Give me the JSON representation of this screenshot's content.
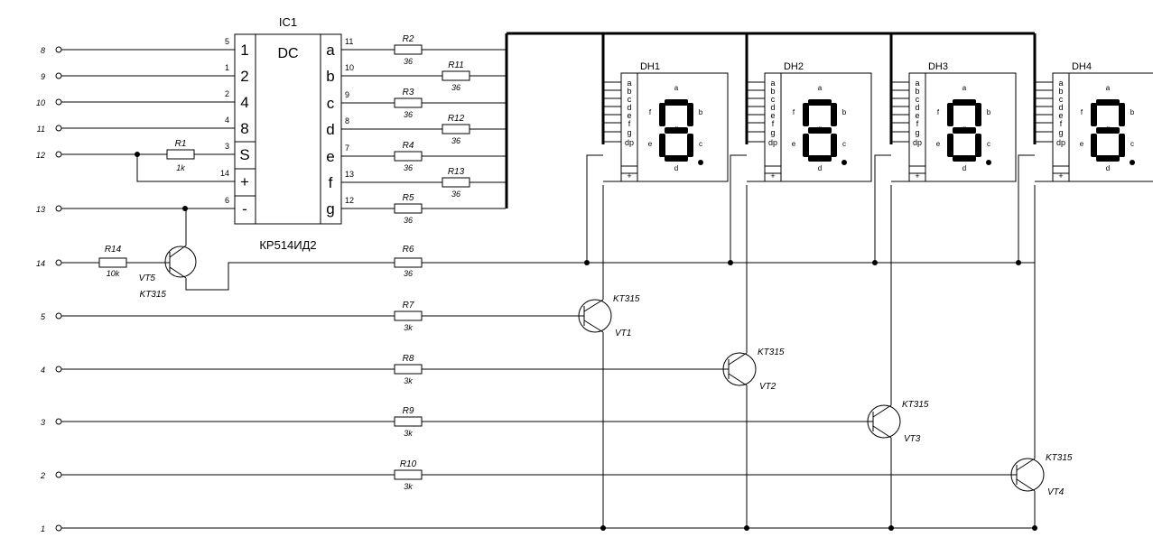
{
  "ic": {
    "ref": "IC1",
    "type": "DC",
    "part": "КР514ИД2",
    "inputs": [
      {
        "pin": "5",
        "label": "1"
      },
      {
        "pin": "1",
        "label": "2"
      },
      {
        "pin": "2",
        "label": "4"
      },
      {
        "pin": "4",
        "label": "8"
      },
      {
        "pin": "3",
        "label": "S"
      },
      {
        "pin": "14",
        "label": "+"
      },
      {
        "pin": "6",
        "label": "-"
      }
    ],
    "outputs": [
      {
        "pin": "11",
        "label": "a"
      },
      {
        "pin": "10",
        "label": "b"
      },
      {
        "pin": "9",
        "label": "c"
      },
      {
        "pin": "8",
        "label": "d"
      },
      {
        "pin": "7",
        "label": "e"
      },
      {
        "pin": "13",
        "label": "f"
      },
      {
        "pin": "12",
        "label": "g"
      }
    ]
  },
  "terminals": [
    "8",
    "9",
    "10",
    "11",
    "12",
    "13",
    "14",
    "5",
    "4",
    "3",
    "2",
    "1"
  ],
  "resistors": {
    "seg": [
      {
        "ref": "R2",
        "value": "36"
      },
      {
        "ref": "R11",
        "value": "36"
      },
      {
        "ref": "R3",
        "value": "36"
      },
      {
        "ref": "R12",
        "value": "36"
      },
      {
        "ref": "R4",
        "value": "36"
      },
      {
        "ref": "R13",
        "value": "36"
      },
      {
        "ref": "R5",
        "value": "36"
      }
    ],
    "r1": {
      "ref": "R1",
      "value": "1k"
    },
    "r14": {
      "ref": "R14",
      "value": "10k"
    },
    "r6": {
      "ref": "R6",
      "value": "36"
    },
    "base": [
      {
        "ref": "R7",
        "value": "3k"
      },
      {
        "ref": "R8",
        "value": "3k"
      },
      {
        "ref": "R9",
        "value": "3k"
      },
      {
        "ref": "R10",
        "value": "3k"
      }
    ]
  },
  "transistors": {
    "vt5": {
      "ref": "VT5",
      "part": "KT315"
    },
    "row": [
      {
        "ref": "VT1",
        "part": "KT315"
      },
      {
        "ref": "VT2",
        "part": "KT315"
      },
      {
        "ref": "VT3",
        "part": "KT315"
      },
      {
        "ref": "VT4",
        "part": "KT315"
      }
    ]
  },
  "displays": {
    "refs": [
      "DH1",
      "DH2",
      "DH3",
      "DH4"
    ],
    "pins": [
      "a",
      "b",
      "c",
      "d",
      "e",
      "f",
      "g",
      "dp"
    ],
    "common": "+",
    "segments": [
      "a",
      "b",
      "c",
      "d",
      "e",
      "f",
      "g"
    ]
  }
}
